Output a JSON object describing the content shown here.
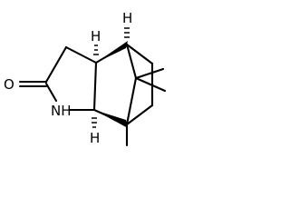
{
  "molecule": {
    "atom_labels": {
      "oxygen": "O",
      "amide_nh": "NH",
      "h_top_bridgehead": "H",
      "h_ring_fusion_top": "H",
      "h_ring_fusion_bottom": "H"
    },
    "line_color": "#000000",
    "background": "#ffffff"
  }
}
